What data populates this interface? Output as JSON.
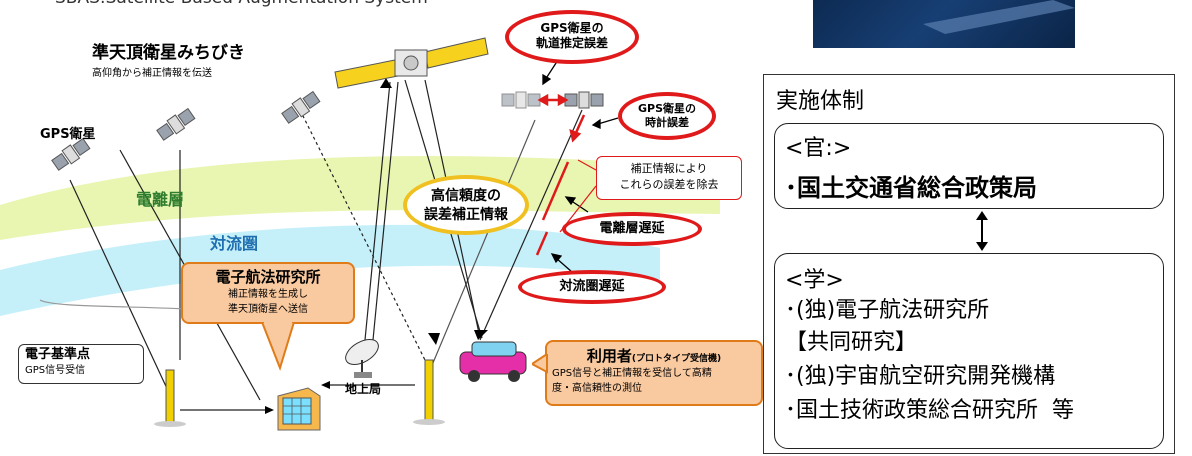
{
  "top_caption": "SBAS:Satellite-Based Augmentation System",
  "qzss": {
    "title": "準天頂衛星みちびき",
    "sub": "高仰角から補正情報を伝送"
  },
  "gps_label": "GPS衛星",
  "orbit_error": {
    "line1": "GPS衛星の",
    "line2": "軌道推定誤差"
  },
  "clock_error": {
    "line1": "GPS衛星の",
    "line2": "時計誤差"
  },
  "correction_note": {
    "line1": "補正情報により",
    "line2": "これらの誤差を除去"
  },
  "high_reliability": {
    "line1": "高信頼度の",
    "line2": "誤差補正情報"
  },
  "ionosphere": "電離層",
  "ionosphere_delay": "電離層遅延",
  "troposphere": "対流圏",
  "troposphere_delay": "対流圏遅延",
  "enri": {
    "title": "電子航法研究所",
    "line1": "補正情報を生成し",
    "line2": "準天頂衛星へ送信"
  },
  "reference_station": {
    "title": "電子基準点",
    "sub": "GPS信号受信"
  },
  "ground_station": "地上局",
  "user": {
    "title": "利用者",
    "title_suffix": "(プロトタイプ受信機)",
    "line1": "GPS信号と補正情報を受信して高精",
    "line2": "度・高信頼性の測位"
  },
  "panel": {
    "title": "実施体制",
    "gov_heading": "<官:>",
    "gov_item": "･国土交通省総合政策局",
    "acad_heading": "<学>",
    "acad_item1": "･(独)電子航法研究所",
    "joint_heading": "【共同研究】",
    "joint_item1": "･(独)宇宙航空研究開発機構",
    "joint_item2": "･国土技術政策総合研究所  等"
  },
  "colors": {
    "accent_red": "#e01a1a",
    "ionosphere_band": "#e6f5a8",
    "troposphere_band": "#bfeefa",
    "callout_fill": "#f9c9a0",
    "callout_border": "#e07b1a",
    "title_green": "#2f7d2f",
    "title_blue": "#1f6fb0"
  }
}
